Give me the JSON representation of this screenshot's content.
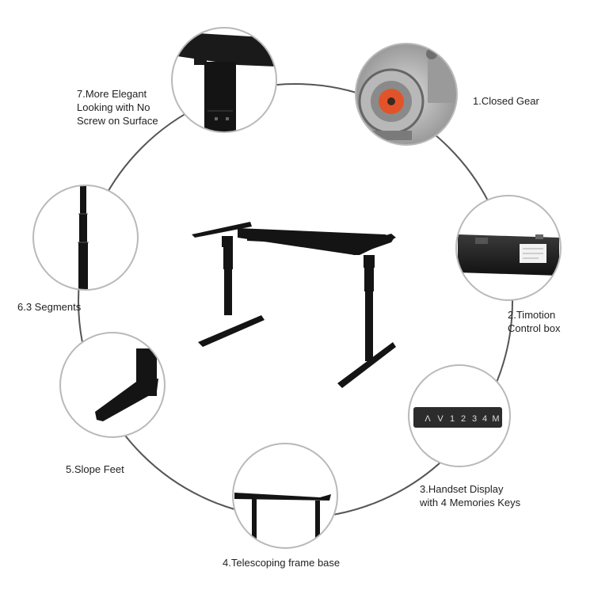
{
  "features": [
    {
      "id": "closed-gear",
      "label": "1.Closed Gear"
    },
    {
      "id": "control-box",
      "label": "2.Timotion\nControl box"
    },
    {
      "id": "handset",
      "label": "3.Handset Display\nwith 4 Memories Keys"
    },
    {
      "id": "frame-base",
      "label": "4.Telescoping frame base"
    },
    {
      "id": "slope-feet",
      "label": "5.Slope Feet"
    },
    {
      "id": "segments",
      "label": "6.3 Segments"
    },
    {
      "id": "no-screw",
      "label": "7.More Elegant\nLooking with No\nScrew on Surface"
    }
  ],
  "handset": {
    "keys": [
      "Λ",
      "V",
      "1",
      "2",
      "3",
      "4",
      "M"
    ]
  },
  "colors": {
    "ring": "#555555",
    "bubble_border": "#b9b9b9",
    "frame": "#141414",
    "gear_accent": "#e2532a"
  }
}
